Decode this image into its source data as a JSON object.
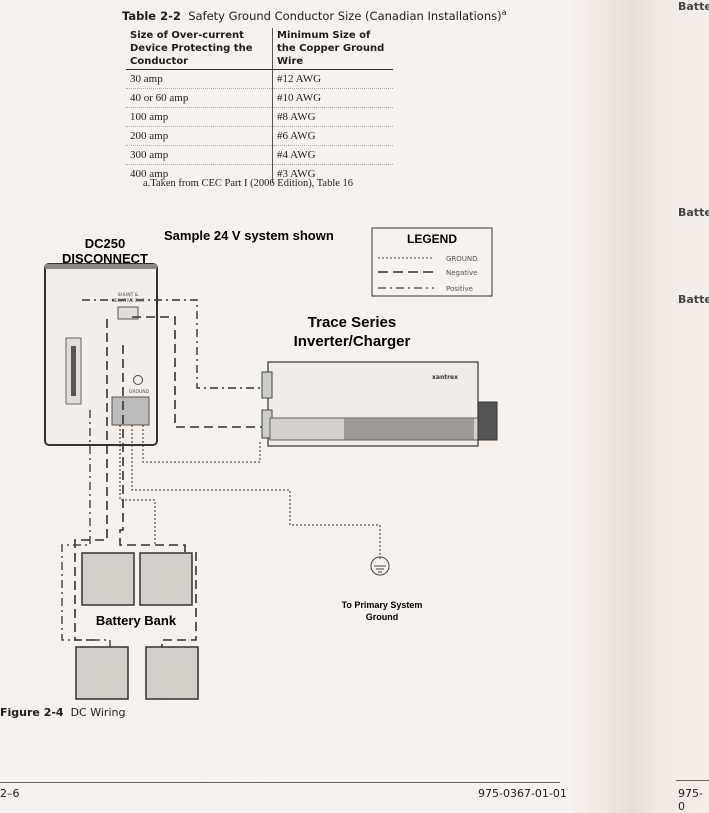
{
  "table": {
    "number": "Table 2-2",
    "title": "Safety Ground Conductor Size (Canadian Installations)",
    "footnote_marker": "a",
    "headers": [
      "Size of Over-current Device Protecting the Conductor",
      "Minimum Size of the Copper Ground Wire"
    ],
    "rows": [
      [
        "30 amp",
        "#12 AWG"
      ],
      [
        "40 or 60 amp",
        "#10 AWG"
      ],
      [
        "100 amp",
        "#8 AWG"
      ],
      [
        "200 amp",
        "#6 AWG"
      ],
      [
        "300 amp",
        "#4 AWG"
      ],
      [
        "400 amp",
        "#3 AWG"
      ]
    ],
    "footnote": "a.Taken from CEC Part I (2006 Edition), Table 16"
  },
  "diagram": {
    "disconnect_line1": "DC250",
    "disconnect_line2": "DISCONNECT",
    "sample_note": "Sample 24 V system shown",
    "legend": {
      "title": "LEGEND",
      "items": [
        "GROUND",
        "Negative",
        "Positive"
      ]
    },
    "shunt_line1": "SHUNT &",
    "shunt_line2": "NEGATIVE BUS",
    "ground_small": "GROUND",
    "inverter_line1": "Trace Series",
    "inverter_line2": "Inverter/Charger",
    "inverter_brand": "xantrex",
    "battery_bank": "Battery Bank",
    "ground_line1": "To Primary System",
    "ground_line2": "Ground"
  },
  "figure": {
    "number": "Figure 2-4",
    "title": "DC Wiring"
  },
  "footer": {
    "page": "2–6",
    "doc_number": "975-0367-01-01"
  },
  "right_page": {
    "headings": [
      "Batte",
      "Batte",
      "Batte"
    ],
    "doc_number": "975-0"
  }
}
